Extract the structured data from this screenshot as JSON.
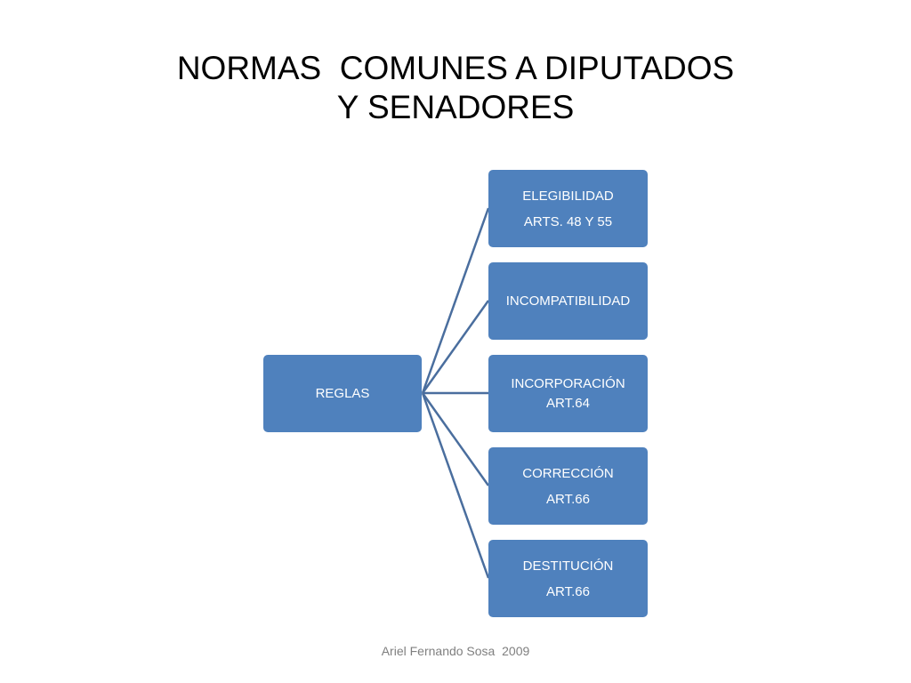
{
  "slide": {
    "title_line1": "NORMAS  COMUNES A DIPUTADOS",
    "title_line2": "Y SENADORES",
    "footer": "Ariel Fernando Sosa  2009"
  },
  "diagram": {
    "root": {
      "label": "REGLAS"
    },
    "children": [
      {
        "line1": "ELEGIBILIDAD",
        "line2": "ARTS. 48 Y 55"
      },
      {
        "line1": "INCOMPATIBILIDAD",
        "line2": ""
      },
      {
        "line1": "INCORPORACIÓN",
        "line2": "ART.64"
      },
      {
        "line1": "CORRECCIÓN",
        "line2": "ART.66"
      },
      {
        "line1": "DESTITUCIÓN",
        "line2": "ART.66"
      }
    ],
    "colors": {
      "node_fill": "#4f81bd",
      "connector": "#4a6e9e",
      "text": "#ffffff"
    }
  }
}
